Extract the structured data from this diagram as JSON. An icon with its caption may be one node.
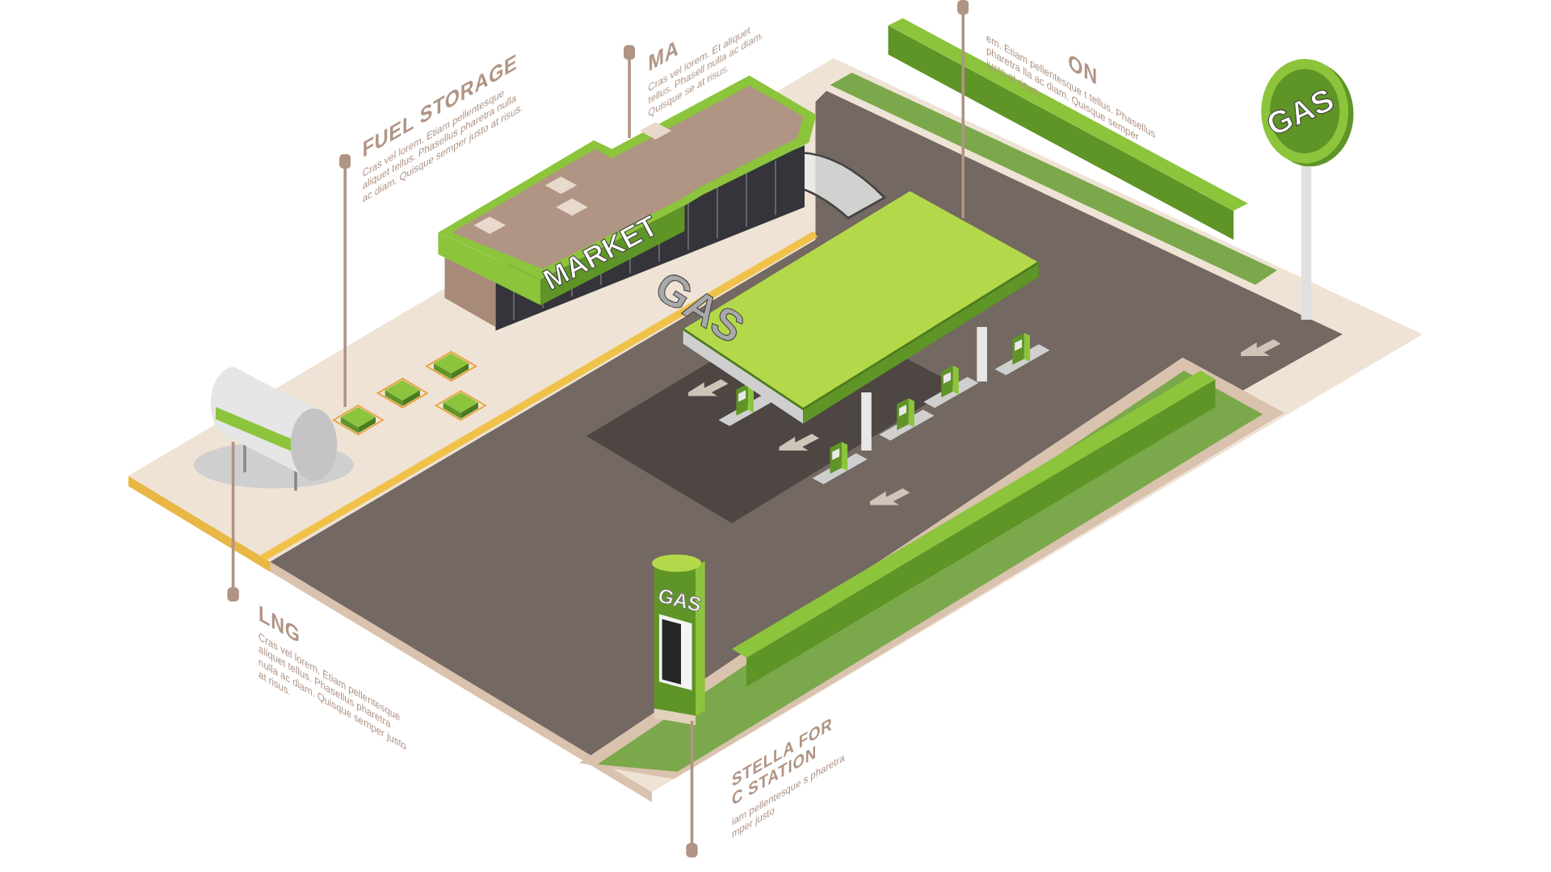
{
  "diagram": {
    "nodes": [
      {
        "text": [
          "FUEL STORAGE",
          "Cras vel lorem. Etiam pellentesque aliquet tellus. Phasellus pharetra nulla ac diam. Quisque semper justo at risus."
        ]
      },
      {
        "text": [
          "MA",
          "Cras vel lorem. Et aliquet tellus. Phasell nulla ac diam. Quisque se at risus."
        ]
      },
      {
        "text": [
          "ON",
          "em. Etiam pellentesque t tellus. Phasellus pharetra lla ac diam. Quisque semper justo at risus."
        ]
      },
      {
        "text": [
          "LNG",
          "Cras vel lorem. Etiam pellentesque aliquet tellus. Phasellus pharetra nulla ac diam. Quisque semper justo at risus."
        ]
      },
      {
        "text": [
          "STELLA FOR C STATION",
          "iam pellentesque s pharetra mper justo"
        ]
      },
      {
        "text": [],
        "shape": "picture"
      },
      {
        "text": [],
        "shape": "picture"
      },
      {
        "text": [],
        "shape": "picture"
      },
      {
        "text": [],
        "shape": "picture"
      },
      {
        "text": [],
        "shape": "picture"
      }
    ],
    "edges": [
      {
        "from": 0,
        "to": 5,
        "arrow": "other"
      },
      {
        "from": 1,
        "to": 6,
        "arrow": "other"
      },
      {
        "from": 2,
        "to": 7,
        "arrow": "other"
      },
      {
        "from": 3,
        "to": 8,
        "arrow": "other"
      },
      {
        "from": 4,
        "to": 9,
        "arrow": "other"
      }
    ],
    "labels": [
      "GAS",
      "MARKET",
      "GAS",
      "GAS"
    ]
  }
}
